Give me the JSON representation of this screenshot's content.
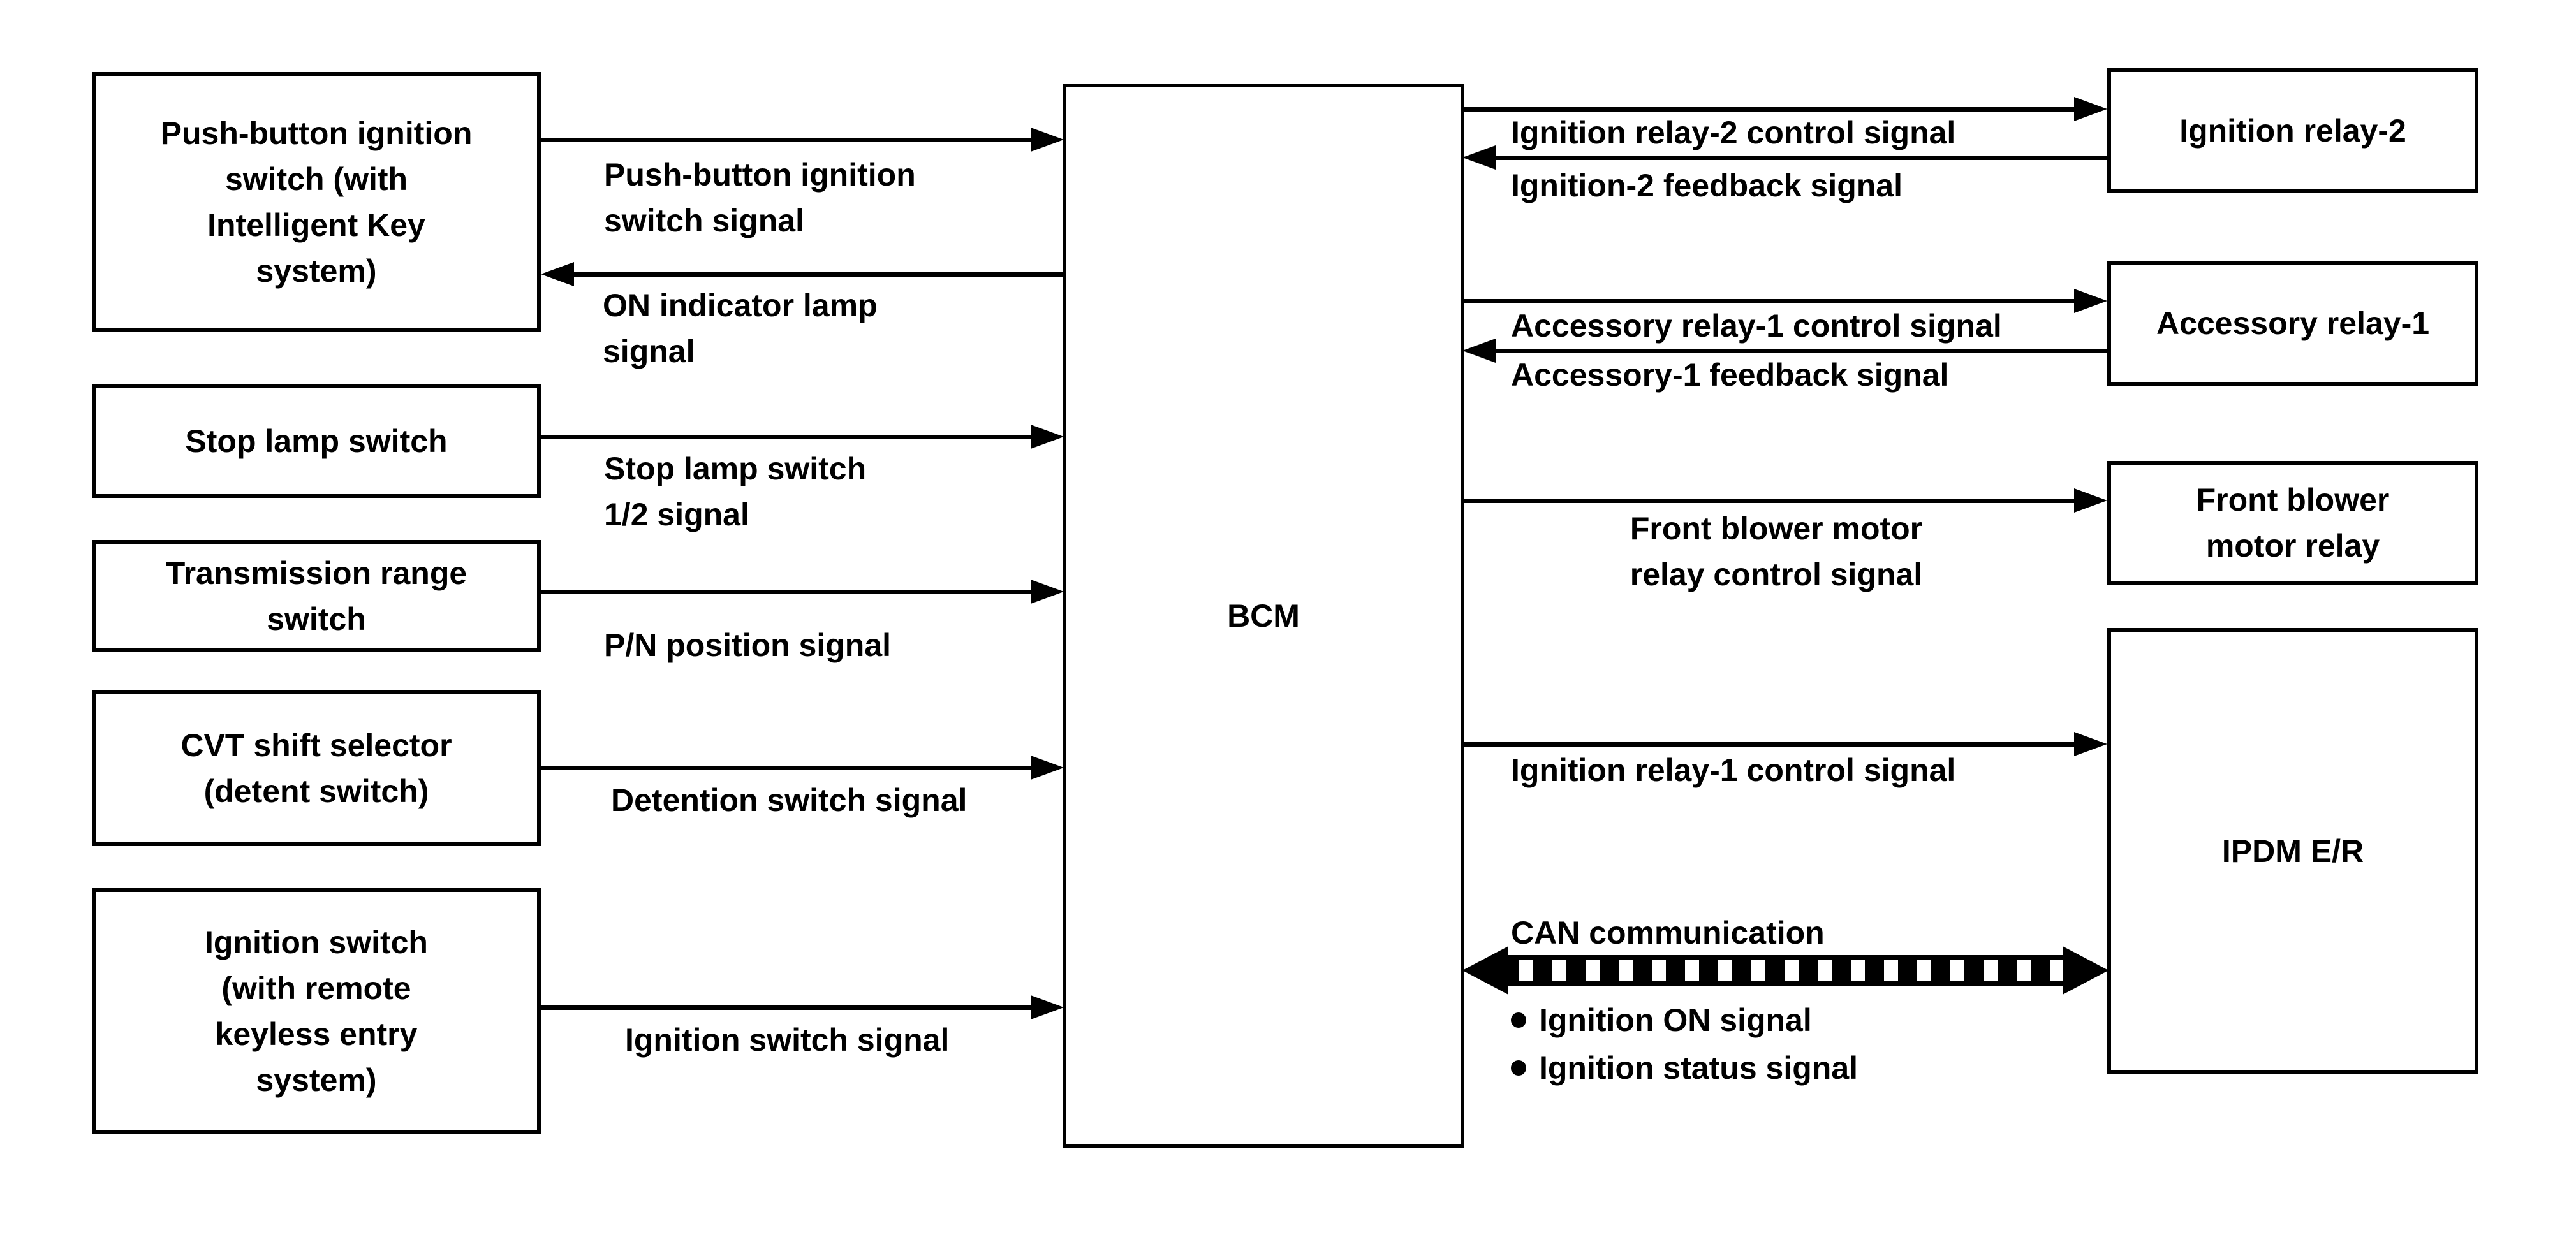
{
  "colors": {
    "ink": "#000000",
    "paper": "#ffffff"
  },
  "nodes": {
    "push_button_switch": {
      "line1": "Push-button ignition",
      "line2": "switch (with",
      "line3": "Intelligent Key",
      "line4": "system)"
    },
    "stop_lamp_switch": {
      "line1": "Stop lamp switch"
    },
    "transmission_range_switch": {
      "line1": "Transmission range",
      "line2": "switch"
    },
    "cvt_shift_selector": {
      "line1": "CVT shift selector",
      "line2": "(detent switch)"
    },
    "ignition_switch": {
      "line1": "Ignition switch",
      "line2": "(with remote",
      "line3": "keyless entry",
      "line4": "system)"
    },
    "bcm": {
      "label": "BCM"
    },
    "ignition_relay_2": {
      "label": "Ignition relay-2"
    },
    "accessory_relay_1": {
      "label": "Accessory relay-1"
    },
    "front_blower_motor_relay": {
      "line1": "Front blower",
      "line2": "motor relay"
    },
    "ipdm_er": {
      "label": "IPDM E/R"
    }
  },
  "signals": {
    "push_button_ignition_switch_signal": {
      "line1": "Push-button ignition",
      "line2": "switch signal"
    },
    "on_indicator_lamp_signal": {
      "line1": "ON indicator lamp",
      "line2": "signal"
    },
    "stop_lamp_switch_signal": {
      "line1": "Stop lamp switch",
      "line2": "1/2 signal"
    },
    "pn_position_signal": "P/N position signal",
    "detention_switch_signal": "Detention switch signal",
    "ignition_switch_signal": "Ignition switch signal",
    "ignition_relay_2_control_signal": "Ignition relay-2 control signal",
    "ignition_2_feedback_signal": "Ignition-2 feedback signal",
    "accessory_relay_1_control_signal": "Accessory relay-1 control signal",
    "accessory_1_feedback_signal": "Accessory-1 feedback signal",
    "front_blower_motor_relay_control_signal": {
      "line1": "Front blower motor",
      "line2": "relay control signal"
    },
    "ignition_relay_1_control_signal": "Ignition relay-1 control signal",
    "can_communication": {
      "title": "CAN communication",
      "item1": "Ignition ON signal",
      "item2": "Ignition status signal"
    }
  }
}
